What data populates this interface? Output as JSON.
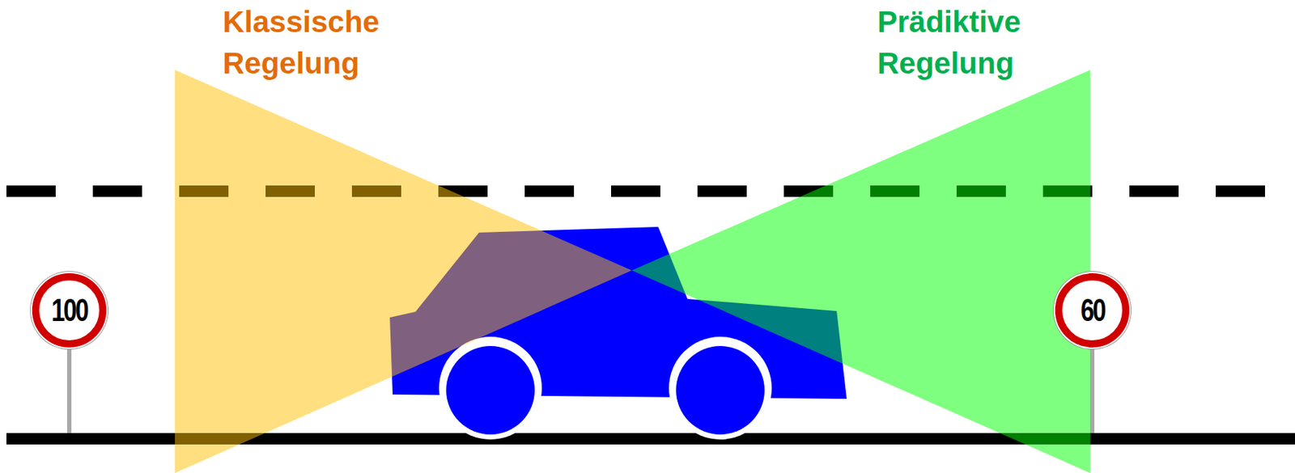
{
  "diagram": {
    "nodes": [
      {
        "text": [
          "100"
        ]
      },
      {
        "text": [
          "60"
        ]
      }
    ],
    "labels": [
      "Klassische Regelung",
      "Prädiktive Regelung"
    ]
  }
}
